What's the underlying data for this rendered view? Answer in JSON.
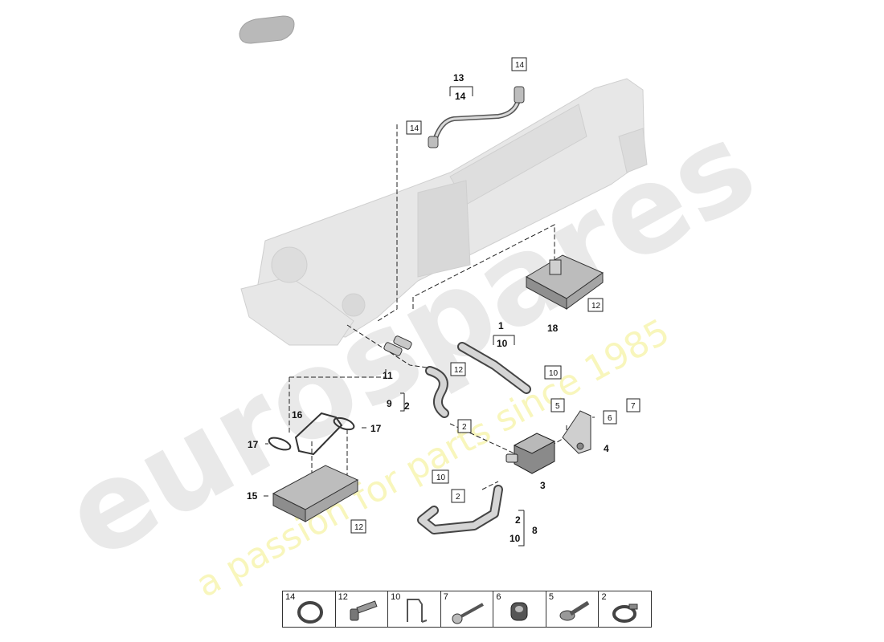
{
  "watermark": {
    "brand": "eurospares",
    "tagline": "a passion for parts since 1985"
  },
  "callouts": {
    "c1": "1",
    "c2a": "2",
    "c2b": "2",
    "c3": "3",
    "c4": "4",
    "c8": "8",
    "c9": "9",
    "c10a": "10",
    "c10b": "10",
    "c11": "11",
    "c13": "13",
    "c14": "14",
    "c15": "15",
    "c16": "16",
    "c17a": "17",
    "c17b": "17",
    "c18": "18"
  },
  "boxed_labels": {
    "b14a": "14",
    "b14b": "14",
    "b12a": "12",
    "b12b": "12",
    "b12c": "12",
    "b10a": "10",
    "b10b": "10",
    "b5": "5",
    "b6": "6",
    "b7": "7",
    "b2a": "2",
    "b2b": "2"
  },
  "parts_table": [
    {
      "number": "14",
      "icon": "o-ring-icon"
    },
    {
      "number": "12",
      "icon": "bolt-icon"
    },
    {
      "number": "10",
      "icon": "clip-icon"
    },
    {
      "number": "7",
      "icon": "screw-icon"
    },
    {
      "number": "6",
      "icon": "grommet-icon"
    },
    {
      "number": "5",
      "icon": "flange-bolt-icon"
    },
    {
      "number": "2",
      "icon": "hose-clamp-icon"
    }
  ]
}
